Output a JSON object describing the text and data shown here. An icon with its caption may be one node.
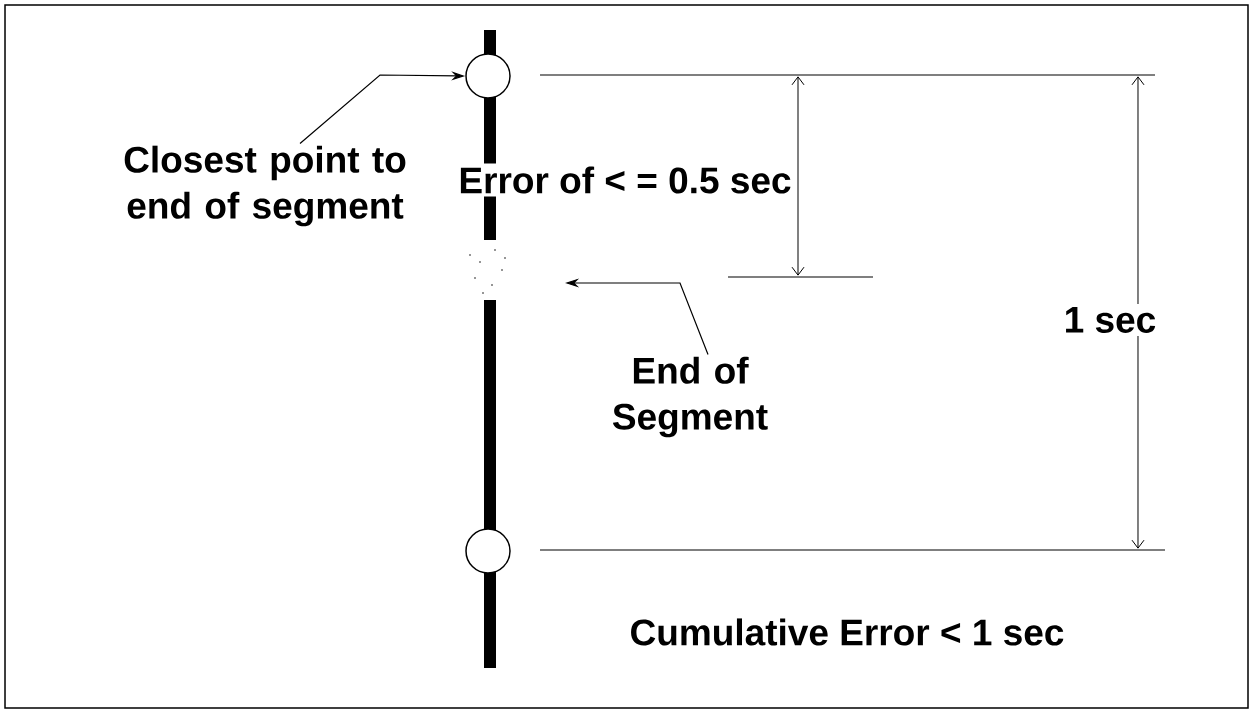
{
  "diagram": {
    "nodes": [
      {
        "text": [
          "Closest point to end of segment"
        ]
      },
      {
        "text": [],
        "shape": "circle"
      },
      {
        "text": [
          "End of Segment"
        ]
      },
      {
        "text": [],
        "shape": "circle"
      }
    ],
    "edges": [
      {
        "from": 0,
        "to": 1,
        "arrow": "to"
      },
      {
        "from": 2,
        "to": null,
        "arrow": "to"
      }
    ],
    "labels": [
      "Error of < = 0.5 sec",
      "1 sec",
      "Cumulative Error < 1 sec"
    ]
  }
}
